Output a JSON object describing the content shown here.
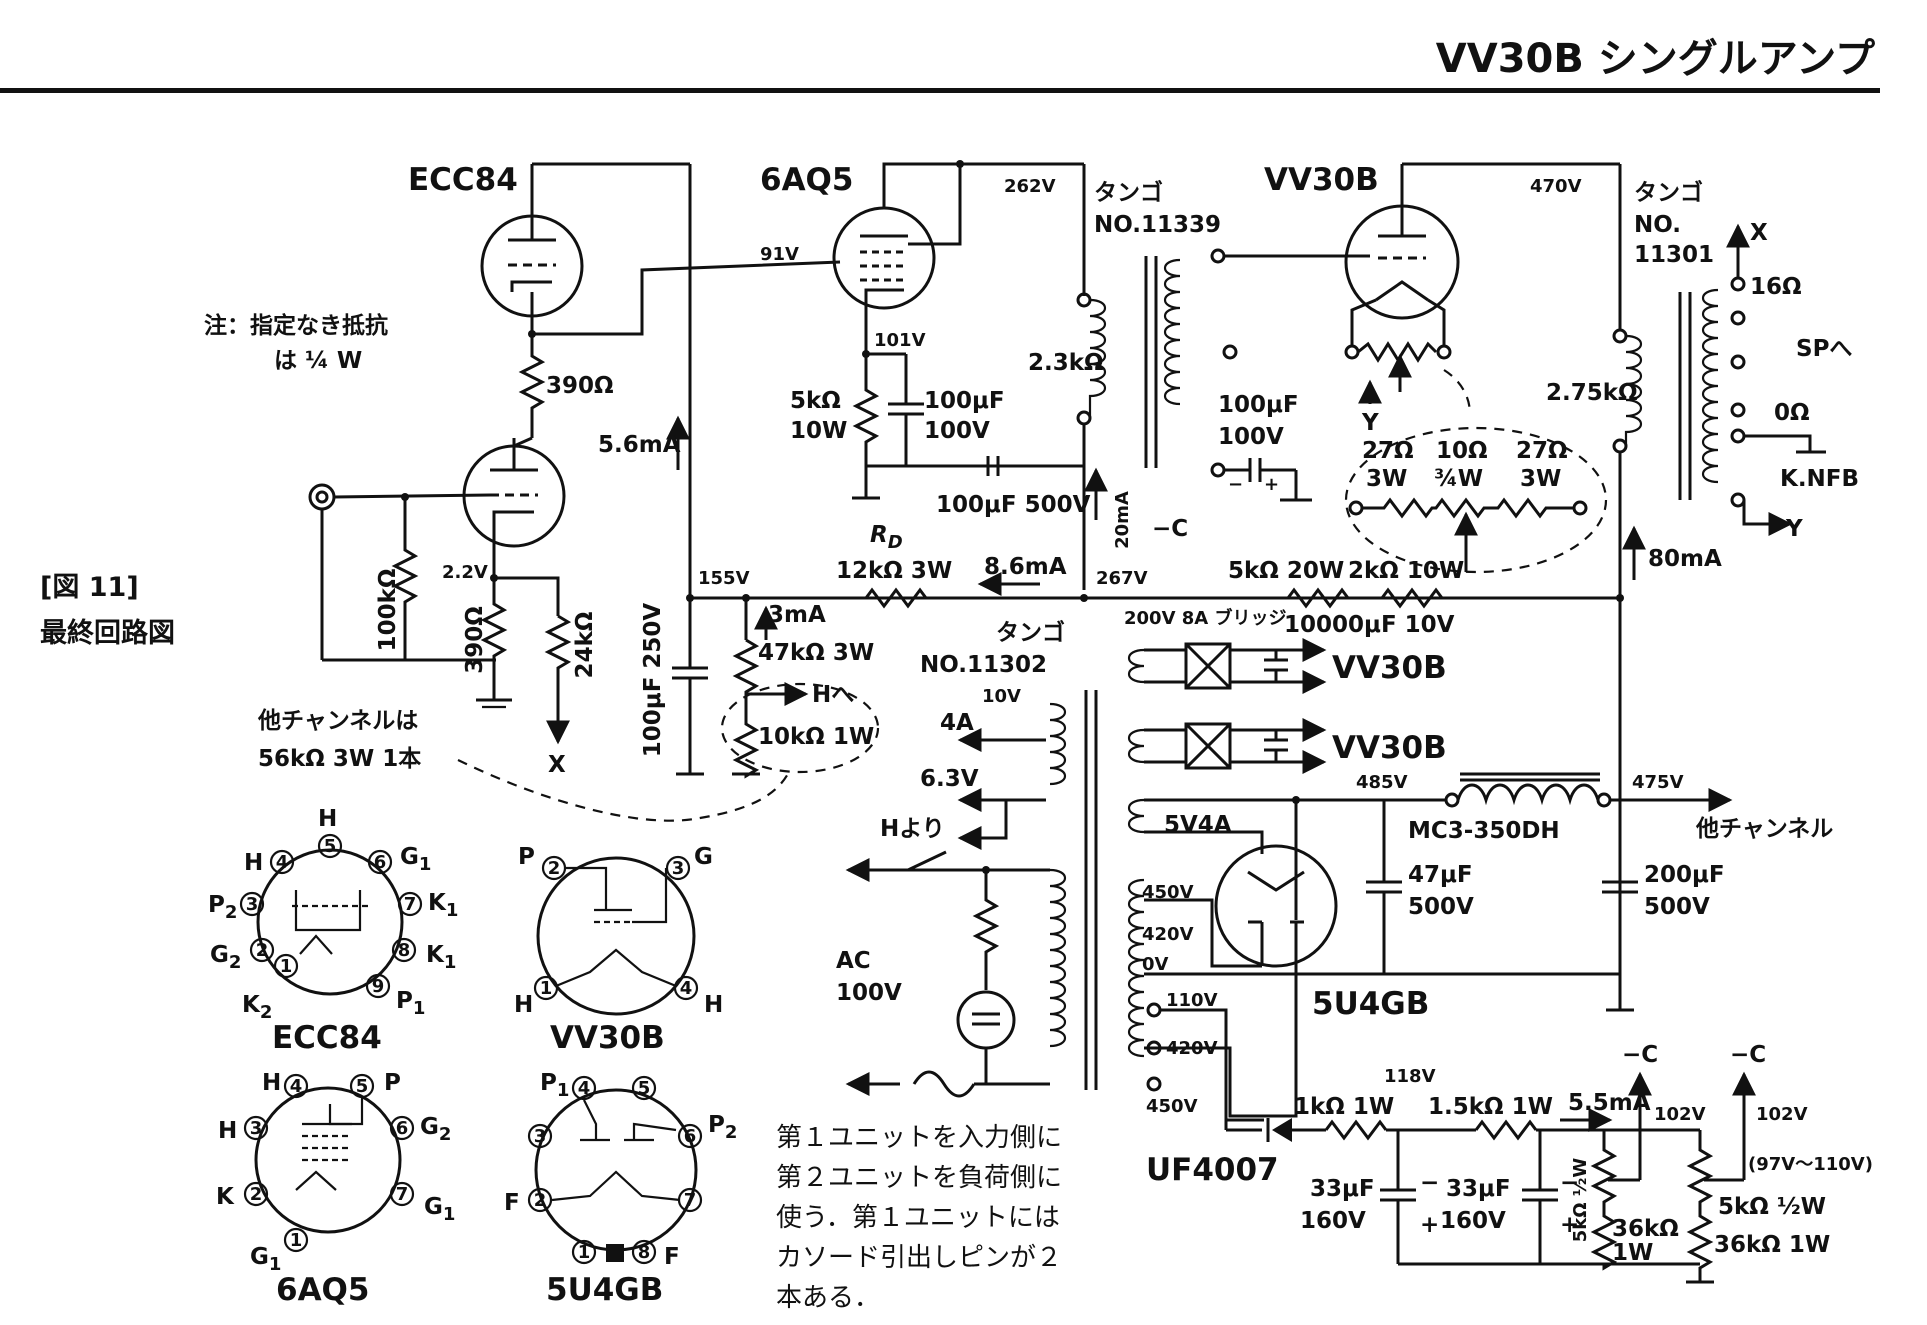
{
  "header": "VV30B シングルアンプ",
  "figure": {
    "number": "[図 11]",
    "caption": "最終回路図"
  },
  "tubes": {
    "ecc84": "ECC84",
    "aq5": "6AQ5",
    "vv30b": "VV30B",
    "u4gb": "5U4GB",
    "v4a": "5V4A"
  },
  "note_resistors": {
    "line1": "注：指定なき抵抗",
    "line2": "は ¼ W"
  },
  "other_channel_note": {
    "line1": "他チャンネルは",
    "line2": "56kΩ 3W 1本"
  },
  "ecc84_stage": {
    "plate_load": "390Ω",
    "grid_leak": "100kΩ",
    "cathode_v": "2.2V",
    "cathode_r": "390Ω",
    "fb_r": "24kΩ",
    "x_label": "X",
    "current": "5.6mA"
  },
  "aq5_stage": {
    "grid_v": "91V",
    "plate_v": "262V",
    "cathode_v": "101V",
    "cathode_r": "5kΩ",
    "cathode_r_w": "10W",
    "cathode_c": "100μF",
    "cathode_c_v": "100V",
    "coupling_c": "100μF 500V",
    "current": "20mA"
  },
  "interstage": {
    "maker": "タンゴ",
    "model": "NO.11339",
    "impedance": "2.3kΩ",
    "cap": "100μF",
    "cap_v": "100V",
    "bias": "−C"
  },
  "vv30b_stage": {
    "plate_v": "470V",
    "y_label": "Y",
    "r1": "27Ω",
    "r1_w": "3W",
    "r2": "10Ω",
    "r2_w": "¾W",
    "r3": "27Ω",
    "r3_w": "3W"
  },
  "output_xfmr": {
    "maker": "タンゴ",
    "model_a": "NO.",
    "model_b": "11301",
    "impedance": "2.75kΩ",
    "tap16": "16Ω",
    "tap0": "0Ω",
    "sp": "SPへ",
    "knfb": "K.NFB",
    "x_label": "X",
    "y_label": "Y",
    "current": "80mA"
  },
  "b_plus": {
    "v155": "155V",
    "r12k": "12kΩ 3W",
    "rd": "R",
    "rd_sub": "D",
    "i86": "8.6mA",
    "v267": "267V",
    "r5k": "5kΩ 20W",
    "r2k": "2kΩ 10W",
    "i3": "3mA",
    "r47k": "47kΩ 3W",
    "r10k": "10kΩ 1W",
    "h_out": "Hへ",
    "c100": "100μF 250V"
  },
  "power": {
    "maker": "タンゴ",
    "model": "NO.11302",
    "t10v": "10V",
    "t4a": "4A",
    "t63v": "6.3V",
    "h_from": "Hより",
    "ac": "AC",
    "ac_v": "100V",
    "bridge": "200V 8A ブリッジ",
    "bridge_c": "10000μF 10V",
    "vv30b_1": "VV30B",
    "vv30b_2": "VV30B",
    "t450a": "450V",
    "t420a": "420V",
    "t0v": "0V",
    "t110v": "110V",
    "t420b": "420V",
    "t450b": "450V"
  },
  "filter": {
    "v485": "485V",
    "choke": "MC3-350DH",
    "v475": "475V",
    "other_ch": "他チャンネル",
    "c47": "47μF",
    "c47_v": "500V",
    "c200": "200μF",
    "c200_v": "500V"
  },
  "bias_supply": {
    "diode": "UF4007",
    "v118": "118V",
    "r1k": "1kΩ 1W",
    "r15k": "1.5kΩ 1W",
    "i55": "5.5mA",
    "c33a": "33μF",
    "c33a_v": "160V",
    "c33b": "33μF",
    "c33b_v": "160V",
    "r5k": "5kΩ ½W",
    "r36k": "36kΩ",
    "r36k_w": "1W",
    "minus_c1": "−C",
    "v102a": "102V",
    "minus_c2": "−C",
    "v102b": "102V",
    "range": "(97V〜110V)",
    "r5k2": "5kΩ ½W",
    "r36k2": "36kΩ 1W",
    "minus": "−",
    "plus": "+"
  },
  "unit_note": {
    "line1": "第１ユニットを入力側に",
    "line2": "第２ユニットを負荷側に",
    "line3": "使う．第１ユニットには",
    "line4": "カソード引出しピンが２",
    "line5": "本ある．"
  },
  "pinouts": {
    "ecc84": {
      "name": "ECC84",
      "h_top": "H",
      "h4": "H",
      "p2": "P",
      "p2s": "2",
      "g2": "G",
      "g2s": "2",
      "k2": "K",
      "k2s": "2",
      "g1": "G",
      "g1s": "1",
      "k1a": "K",
      "k1as": "1",
      "k1b": "K",
      "k1bs": "1",
      "p1": "P",
      "p1s": "1",
      "n1": "1",
      "n2": "2",
      "n3": "3",
      "n4": "4",
      "n5": "5",
      "n6": "6",
      "n7": "7",
      "n8": "8",
      "n9": "9"
    },
    "vv30b": {
      "name": "VV30B",
      "p": "P",
      "g": "G",
      "h1": "H",
      "h4": "H",
      "n1": "1",
      "n2": "2",
      "n3": "3",
      "n4": "4"
    },
    "aq5": {
      "name": "6AQ5",
      "h4": "H",
      "p": "P",
      "h3": "H",
      "g2": "G",
      "g2s": "2",
      "k": "K",
      "g1a": "G",
      "g1as": "1",
      "g1b": "G",
      "g1bs": "1",
      "n1": "1",
      "n2": "2",
      "n3": "3",
      "n4": "4",
      "n5": "5",
      "n6": "6",
      "n7": "7"
    },
    "u4gb": {
      "name": "5U4GB",
      "p1": "P",
      "p1s": "1",
      "p2": "P",
      "p2s": "2",
      "f2": "F",
      "f8": "F",
      "n1": "1",
      "n2": "2",
      "n3": "3",
      "n4": "4",
      "n5": "5",
      "n6": "6",
      "n7": "7",
      "n8": "8"
    }
  }
}
